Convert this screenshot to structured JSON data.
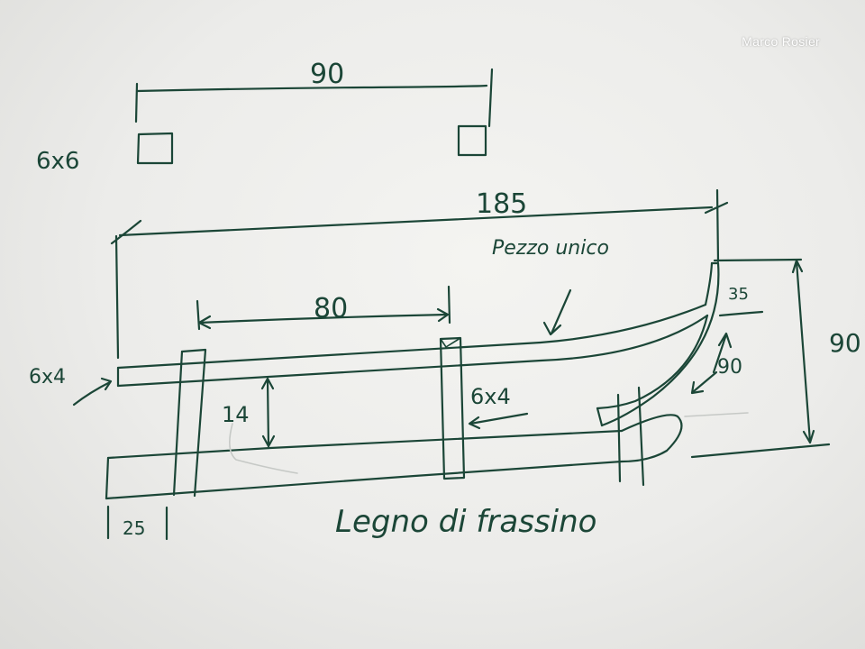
{
  "watermark": "Marco Rosier",
  "ink_color": "#1b4637",
  "paper_color": "#f2f2ef",
  "top_view": {
    "width_dim": "90",
    "post_section": "6x6"
  },
  "side_view": {
    "overall_length": "185",
    "note": "Pezzo unico",
    "post_spacing": "80",
    "rail_section_left": "6x4",
    "rail_section_inner": "6x4",
    "height_dim": "14",
    "end_offset": "25",
    "front_height": "90",
    "front_depth": "35",
    "curve_radius": "90",
    "material": "Legno di frassino"
  }
}
